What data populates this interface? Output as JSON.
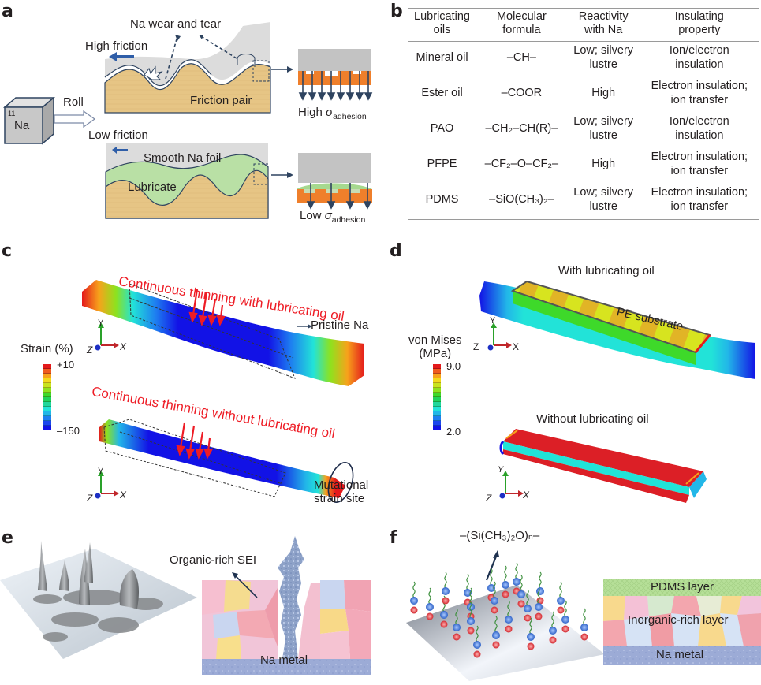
{
  "panels": {
    "a": {
      "letter": "a",
      "cube_label": "Na",
      "cube_number": "11",
      "roll_label": "Roll",
      "high_friction": "High friction",
      "low_friction": "Low friction",
      "wear_label": "Na wear and tear",
      "friction_pair": "Friction pair",
      "smooth_foil": "Smooth Na foil",
      "lubricate": "Lubricate",
      "high_adhesion_prefix": "High ",
      "low_adhesion_prefix": "Low ",
      "sigma": "σ",
      "adhesion_sub": "adhesion",
      "colors": {
        "na_grey": "#c8c8c8",
        "orange": "#f0852d",
        "sand": "#e8c98a",
        "green": "#b9e0a5",
        "arrow_blue": "#2f4c78"
      }
    },
    "b": {
      "letter": "b",
      "headers": [
        [
          "Lubricating",
          "oils"
        ],
        [
          "Molecular",
          "formula"
        ],
        [
          "Reactivity",
          "with Na"
        ],
        [
          "Insulating",
          "property"
        ]
      ],
      "rows": [
        {
          "oil": "Mineral oil",
          "formula": "–CH–",
          "reactivity": [
            "Low; silvery",
            "lustre"
          ],
          "insulating": [
            "Ion/electron",
            "insulation"
          ]
        },
        {
          "oil": "Ester oil",
          "formula": "–COOR",
          "reactivity": [
            "High"
          ],
          "insulating": [
            "Electron insulation;",
            "ion transfer"
          ]
        },
        {
          "oil": "PAO",
          "formula": "–CH₂–CH(R)–",
          "reactivity": [
            "Low; silvery",
            "lustre"
          ],
          "insulating": [
            "Ion/electron",
            "insulation"
          ]
        },
        {
          "oil": "PFPE",
          "formula": "–CF₂–O–CF₂–",
          "reactivity": [
            "High"
          ],
          "insulating": [
            "Electron insulation;",
            "ion transfer"
          ]
        },
        {
          "oil": "PDMS",
          "formula": "–SiO(CH₃)₂–",
          "reactivity": [
            "Low; silvery",
            "lustre"
          ],
          "insulating": [
            "Electron insulation;",
            "ion transfer"
          ]
        }
      ]
    },
    "c": {
      "letter": "c",
      "title_with": "Continuous thinning with lubricating oil",
      "title_without": "Continuous thinning without lubricating oil",
      "pristine": "Pristine Na",
      "mutational": [
        "Mutational",
        "strain site"
      ],
      "colorbar_title": "Strain (%)",
      "colorbar_max": "+10",
      "colorbar_min": "–150",
      "axis_x": "X",
      "axis_y": "Y",
      "axis_z": "Z"
    },
    "d": {
      "letter": "d",
      "title_with": "With lubricating oil",
      "title_without": "Without lubricating oil",
      "pe_substrate": "PE substrate",
      "colorbar_title": [
        "von Mises",
        "(MPa)"
      ],
      "colorbar_max": "9.0",
      "colorbar_min": "2.0",
      "axis_x": "X",
      "axis_y": "Y",
      "axis_z": "Z"
    },
    "e": {
      "letter": "e",
      "sei_label": "Organic-rich SEI",
      "na_metal": "Na metal"
    },
    "f": {
      "letter": "f",
      "formula": "–(Si(CH₃)₂O)ₙ–",
      "pdms_layer": "PDMS layer",
      "inorganic_layer": "Inorganic-rich layer",
      "na_metal": "Na metal"
    }
  },
  "colorbar_colors": [
    "#e41a1c",
    "#f05a1e",
    "#f7a21b",
    "#f2d91c",
    "#c9e31d",
    "#8ee21e",
    "#3ed92a",
    "#1fd35a",
    "#1fd79a",
    "#22e3d8",
    "#22b7e8",
    "#1e7ff0",
    "#1a46ee",
    "#1212e6"
  ]
}
